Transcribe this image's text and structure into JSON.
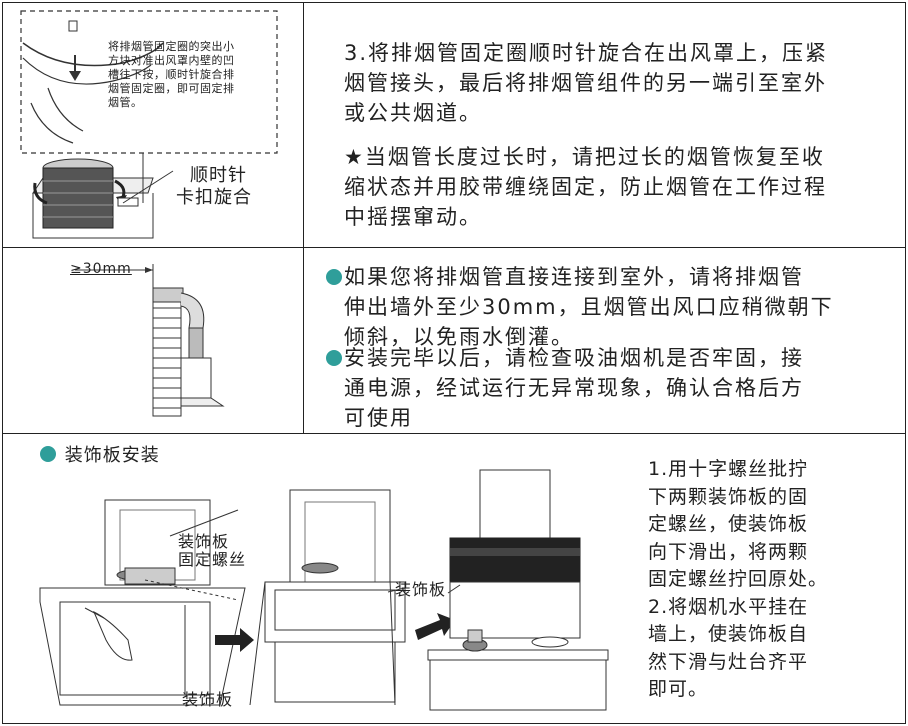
{
  "section1": {
    "callout_note": "将排烟管固定圈的突出小方块对准出风罩内壁的凹槽往下按，顺时针旋合排烟管固定圈，即可固定排烟管。",
    "callout_lines": [
      "将排烟管固定圈的突出小",
      "方块对准出风罩内壁的凹",
      "槽往下按，顺时针旋合排",
      "烟管固定圈，即可固定排",
      "烟管。"
    ],
    "rotate_label_1": "顺时针",
    "rotate_label_2": "卡扣旋合",
    "step3_lines": [
      "3.将排烟管固定圈顺时针旋合在出风罩上，压紧",
      "烟管接头，最后将排烟管组件的另一端引至室外",
      "或公共烟道。"
    ],
    "note_lines": [
      "★当烟管长度过长时，请把过长的烟管恢复至收",
      "缩状态并用胶带缠绕固定，防止烟管在工作过程",
      "中摇摆窜动。"
    ]
  },
  "section2": {
    "dimension_label": "≥30mm",
    "bullet1_lines": [
      "如果您将排烟管直接连接到室外，请将排烟管",
      "伸出墙外至少30mm，且烟管出风口应稍微朝下",
      "倾斜，以免雨水倒灌。"
    ],
    "bullet2_lines": [
      "安装完毕以后，请检查吸油烟机是否牢固，接",
      "通电源，经试运行无异常现象，确认合格后方",
      "可使用"
    ]
  },
  "section3": {
    "heading": "装饰板安装",
    "label_screw_1": "装饰板",
    "label_screw_2": "固定螺丝",
    "label_panel_bottom": "装饰板",
    "label_panel_right": "装饰板",
    "steps_lines": [
      "1.用十字螺丝批拧",
      "下两颗装饰板的固",
      "定螺丝，使装饰板",
      "向下滑出，将两颗",
      "固定螺丝拧回原处。",
      "2.将烟机水平挂在",
      "墙上，使装饰板自",
      "然下滑与灶台齐平",
      "即可。"
    ]
  },
  "colors": {
    "bullet": "#2f9e9a",
    "line": "#222222"
  }
}
